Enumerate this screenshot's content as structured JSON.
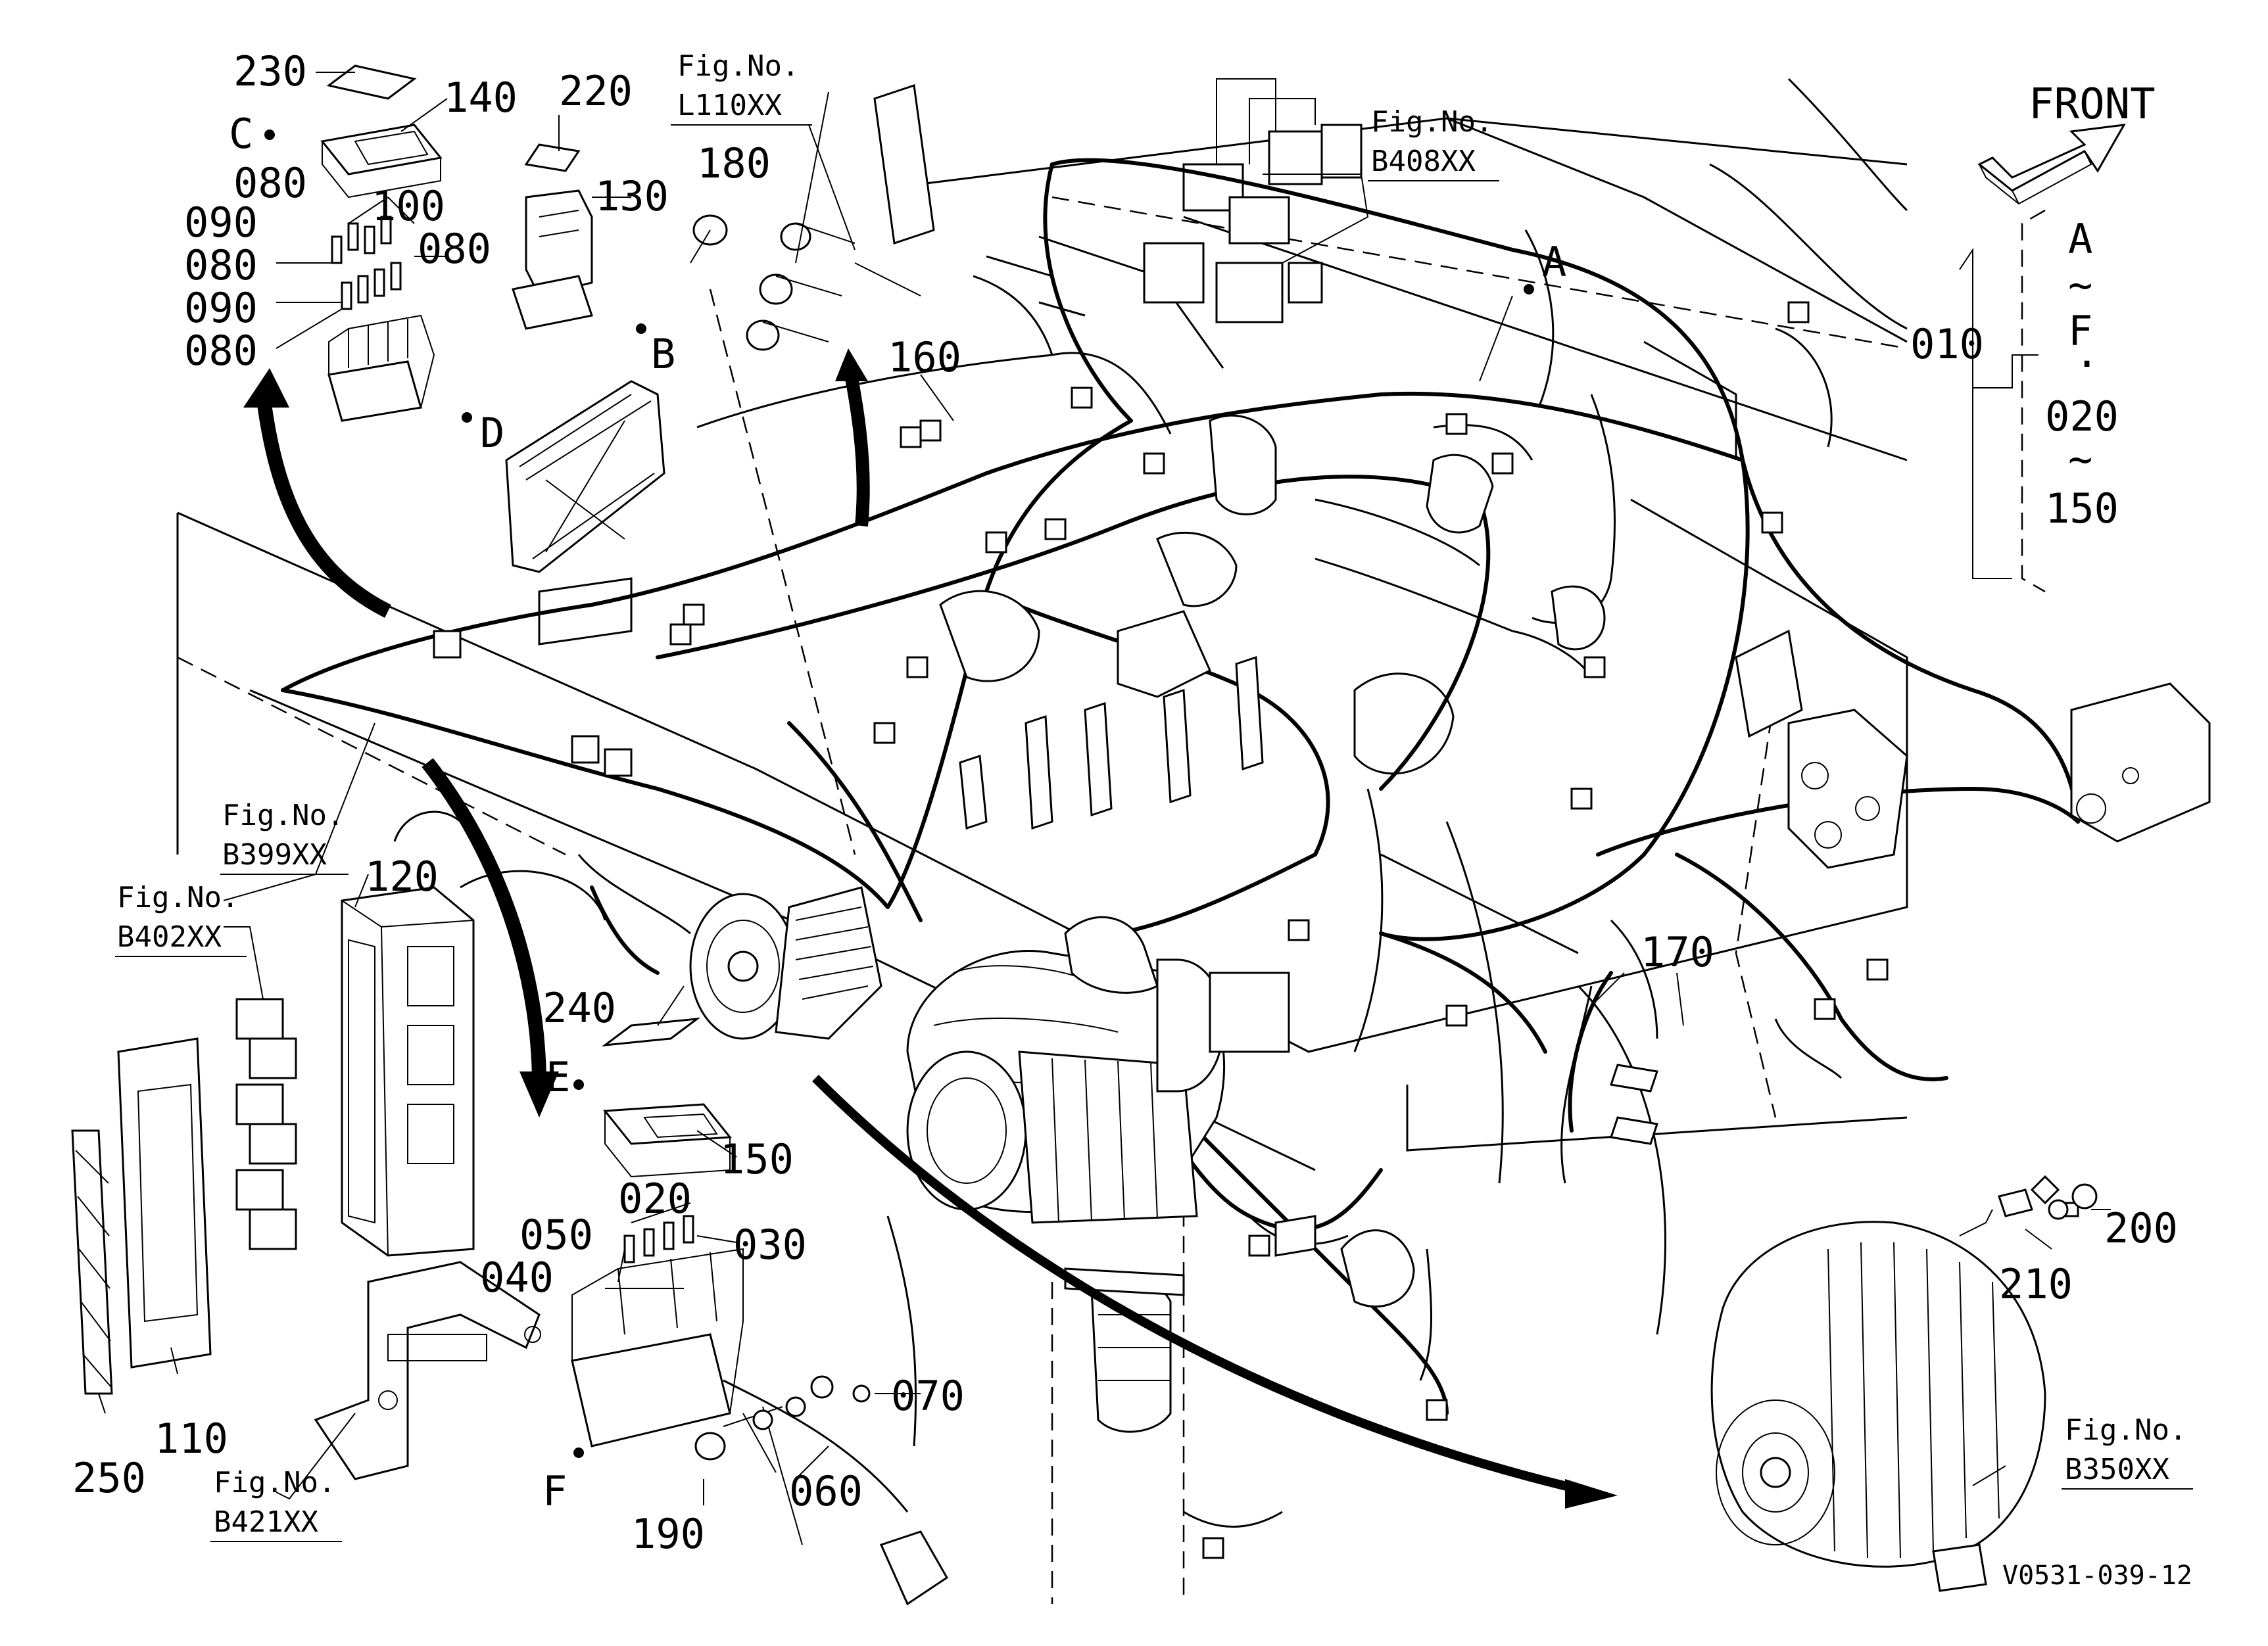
{
  "diagram": {
    "part_numbers": [
      "230",
      "140",
      "220",
      "080",
      "100",
      "090",
      "080",
      "080",
      "090",
      "080",
      "130",
      "180",
      "160",
      "010",
      "120",
      "240",
      "150",
      "020",
      "050",
      "030",
      "040",
      "070",
      "060",
      "190",
      "110",
      "250",
      "170",
      "200",
      "210"
    ],
    "letters": [
      "C",
      "B",
      "D",
      "A",
      "E",
      "F"
    ],
    "figure_refs": {
      "label": "Fig.No.",
      "l110": "L110XX",
      "b408": "B408XX",
      "b399": "B399XX",
      "b402": "B402XX",
      "b421": "B421XX",
      "b350": "B350XX"
    },
    "front": "FRONT",
    "range": {
      "from_letter": "A",
      "tilde1": "~",
      "to_letter": "F",
      "sep": "·",
      "from_num": "020",
      "tilde2": "~",
      "to_num": "150"
    },
    "drawing_code": "V0531-039-12"
  }
}
